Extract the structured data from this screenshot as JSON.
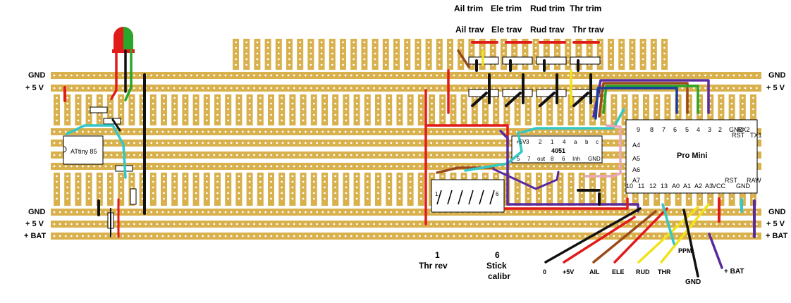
{
  "colors": {
    "strip": "#d8b04c",
    "board_bg": "#ffffff",
    "hole": "#ffffff",
    "wire_red": "#e11a1a",
    "wire_black": "#111111",
    "wire_cyan": "#33c7c7",
    "wire_green": "#2aa62a",
    "wire_yellow": "#f2e21a",
    "wire_purple": "#5a2aa0",
    "wire_brown": "#9a4a1a",
    "wire_pink": "#e8a6b8",
    "wire_blue": "#1a3ca0"
  },
  "top_labels": {
    "ail_trim": "Ail trim",
    "ele_trim": "Ele trim",
    "rud_trim": "Rud trim",
    "thr_trim": "Thr trim",
    "ail_trav": "Ail trav",
    "ele_trav": "Ele trav",
    "rud_trav": "Rud trav",
    "thr_trav": "Thr trav"
  },
  "rails_left": {
    "gnd_top": "GND",
    "v5_top": "+ 5 V",
    "gnd_bot": "GND",
    "v5_bot": "+ 5 V",
    "bat": "+ BAT"
  },
  "rails_right": {
    "gnd_top": "GND",
    "v5_top": "+ 5 V",
    "gnd_bot": "GND",
    "v5_bot": "+ 5 V",
    "bat": "+ BAT"
  },
  "attiny": {
    "label": "ATtiny 85"
  },
  "mux": {
    "name": "4051",
    "top_pins": [
      "+5V",
      "3",
      "2",
      "1",
      "4",
      "a",
      "b",
      "c"
    ],
    "bottom_pins": [
      "5",
      "7",
      "out",
      "8",
      "6",
      "Inh",
      "GND"
    ]
  },
  "promini": {
    "name": "Pro Mini",
    "top_pins": [
      "9",
      "8",
      "7",
      "6",
      "5",
      "4",
      "3",
      "2",
      "GND",
      "RST",
      "RX2",
      "TX1"
    ],
    "bottom_pins": [
      "10",
      "11",
      "12",
      "13",
      "A0",
      "A1",
      "A2",
      "A3",
      "VCC",
      "RST",
      "GND",
      "RAW"
    ],
    "side_pins": [
      "A4",
      "A5",
      "A6",
      "A7"
    ]
  },
  "dip_switch": {
    "first_label": "1",
    "last_label": "6"
  },
  "notes": {
    "switch1_num": "1",
    "switch1_text": "Thr rev",
    "switch6_num": "6",
    "switch6_text1": "Stick",
    "switch6_text2": "calibr"
  },
  "connectors": {
    "w0": "0",
    "w5v": "+5V",
    "ail": "AIL",
    "ele": "ELE",
    "rud": "RUD",
    "thr": "THR",
    "ppm": "PPM",
    "gnd": "GND",
    "bat": "+ BAT"
  }
}
